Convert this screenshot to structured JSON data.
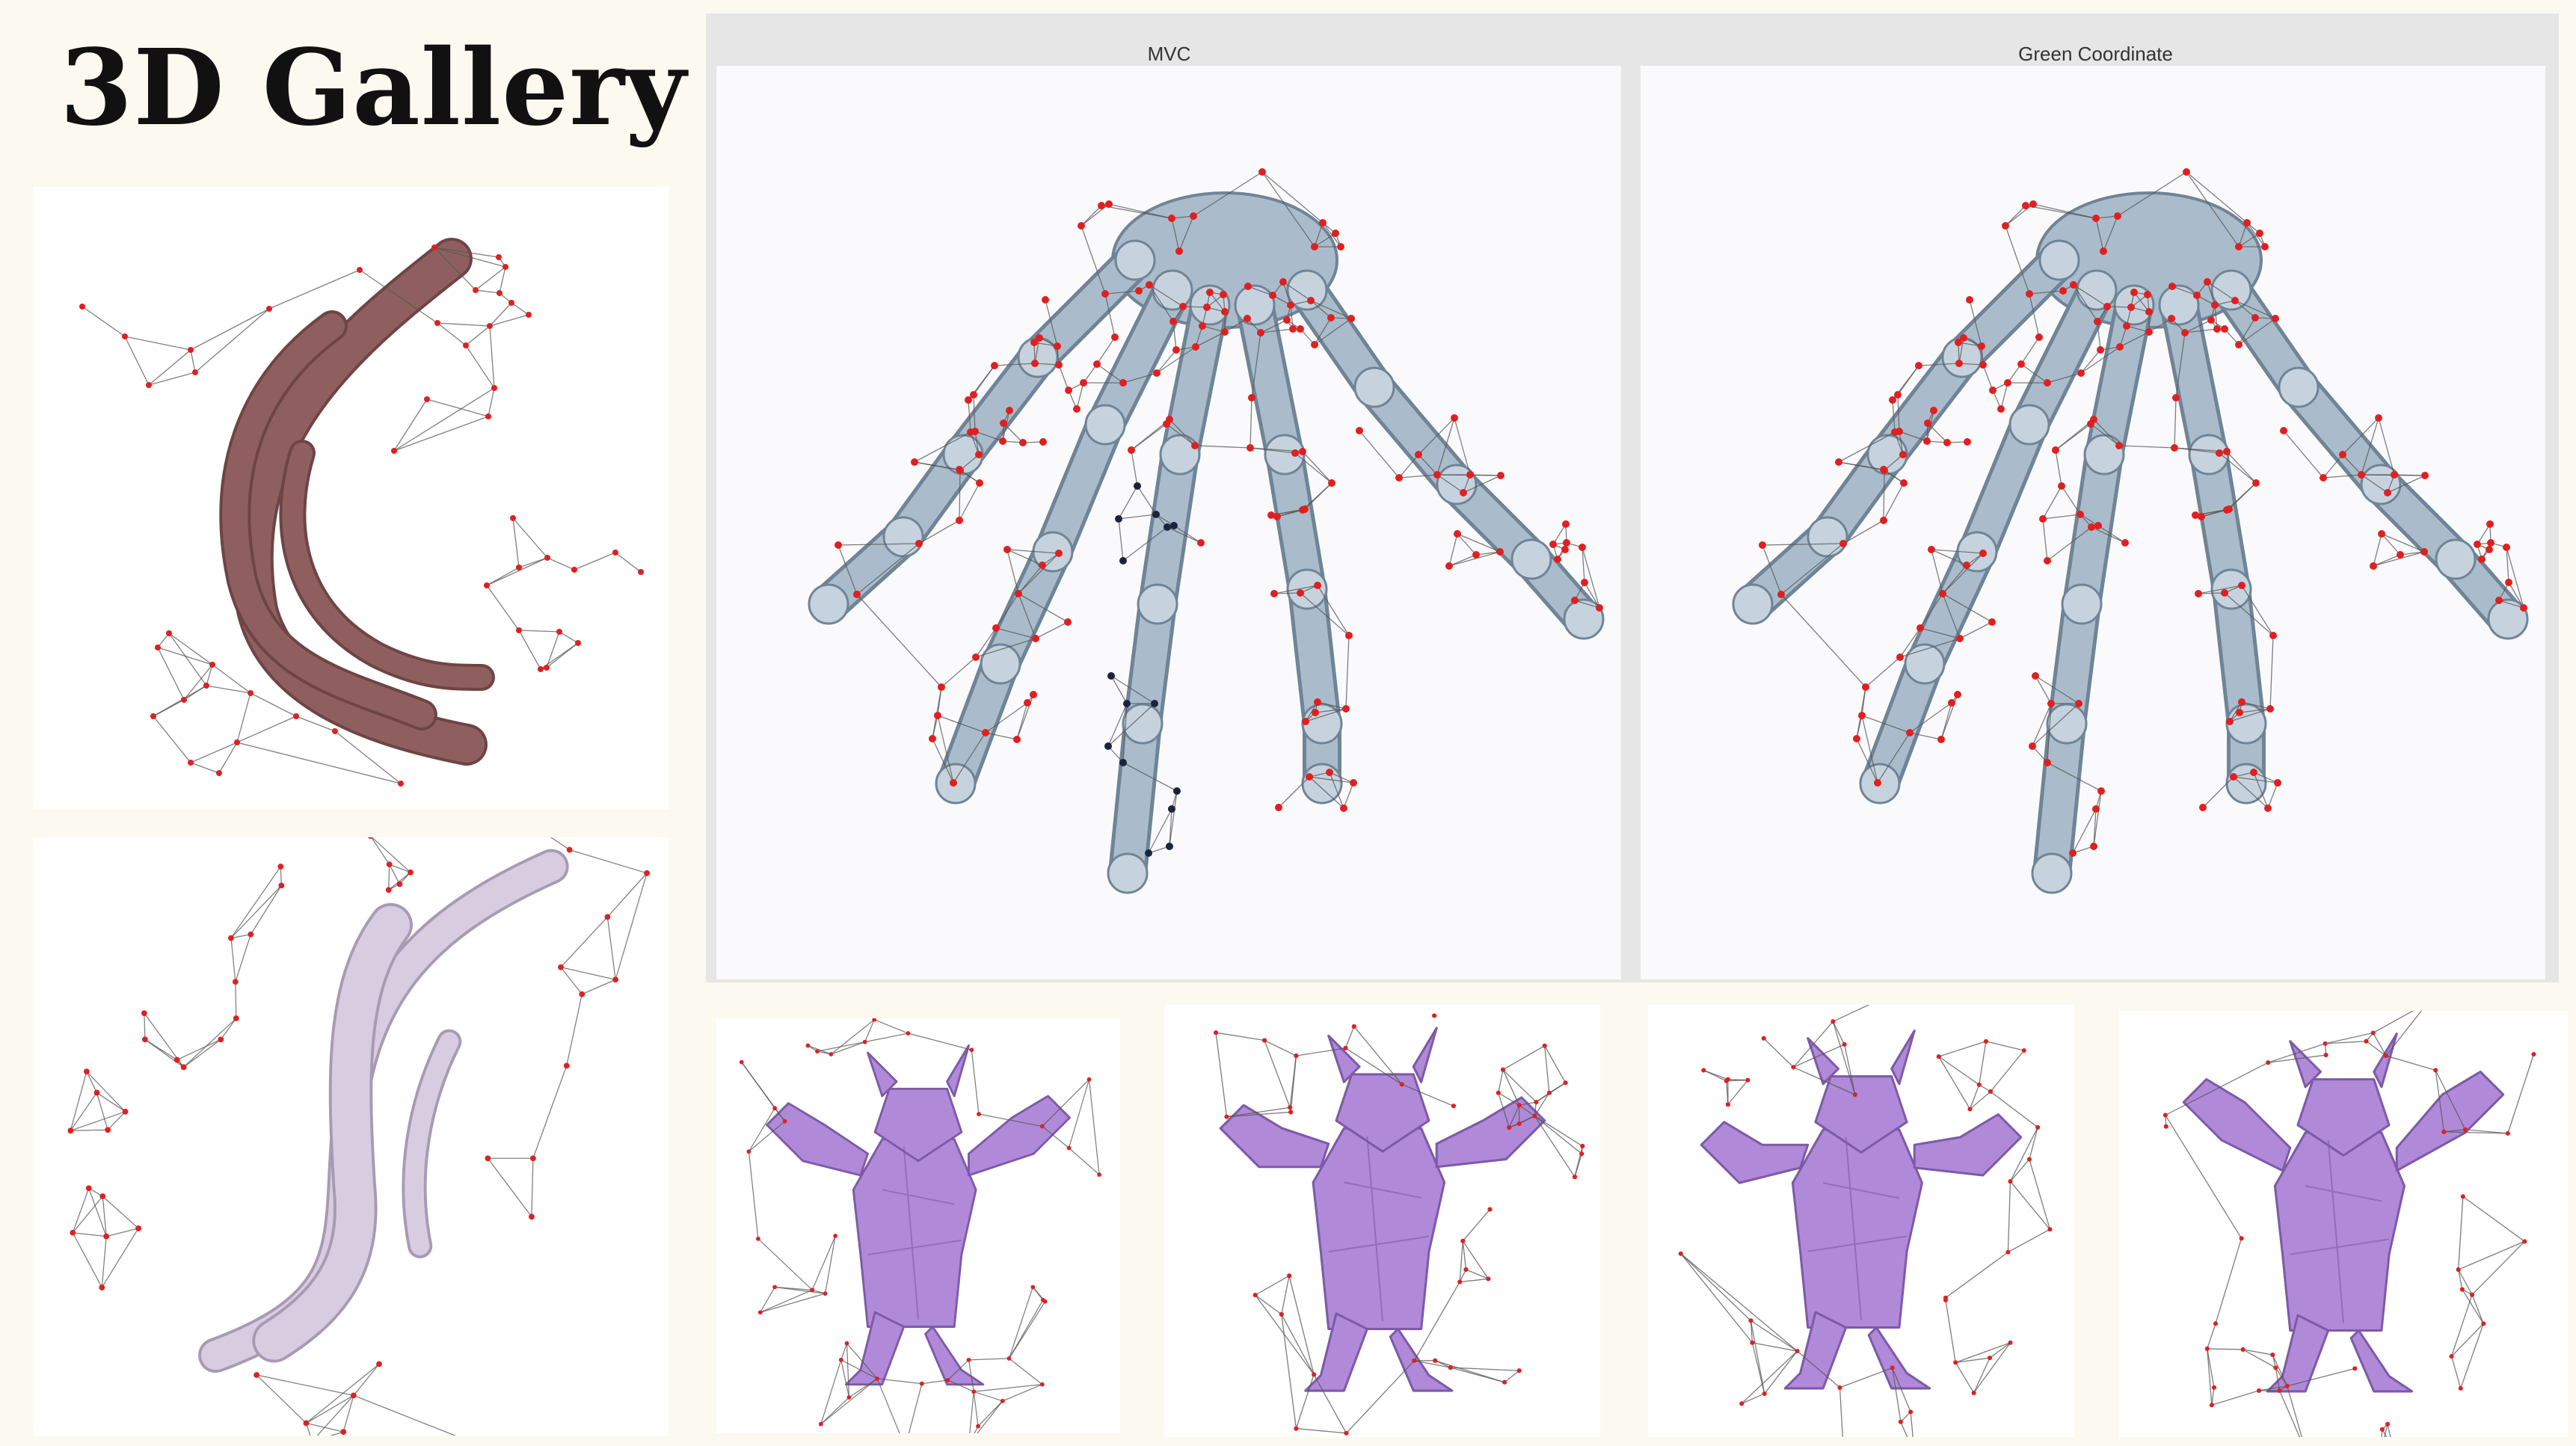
{
  "page": {
    "title": "3D Gallery"
  },
  "comparison": {
    "left_title": "MVC",
    "right_title": "Green Coordinate"
  },
  "colors": {
    "background": "#fcfaf0",
    "horn_mesh_1": "#8f5f5f",
    "horn_mesh_2": "#d8cde0",
    "hand_mesh": "#aabccb",
    "armadillo_mesh": "#b08ad8",
    "cage_vertex": "#e02020",
    "selected_cage_vertex": "#1a2340",
    "cage_edge": "#555555"
  },
  "views": [
    {
      "model": "horn-shaped mesh with cage",
      "icon": "horn-mesh-icon"
    },
    {
      "model": "horn-shaped mesh with cage",
      "icon": "horn-mesh-icon"
    },
    {
      "model": "skeletal hand mesh with cage",
      "icon": "hand-mesh-icon"
    },
    {
      "model": "armadillo mesh with cage",
      "icon": "armadillo-mesh-icon"
    }
  ]
}
